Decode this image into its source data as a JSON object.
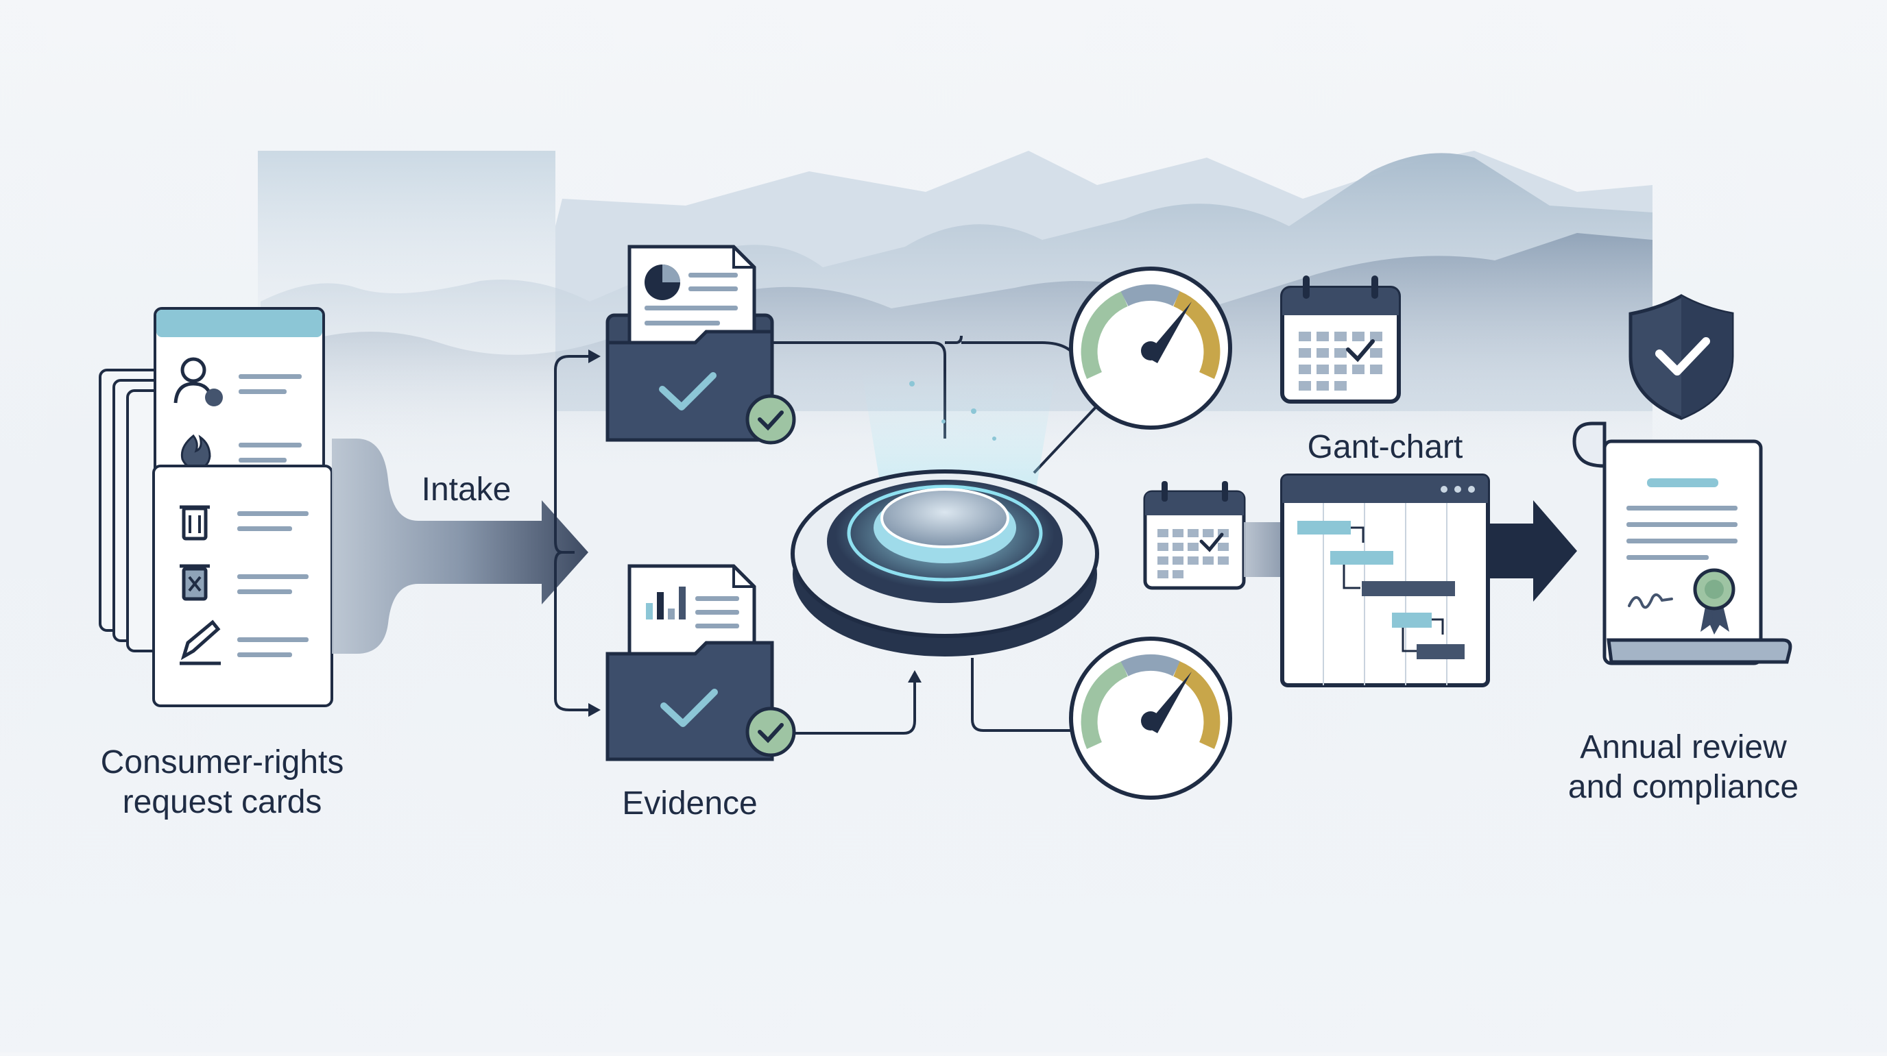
{
  "labels": {
    "cards": {
      "line1": "Consumer-rights",
      "line2": "request cards"
    },
    "intake": "Intake",
    "evidence": "Evidence",
    "gantt": "Gant-chart",
    "annual": {
      "line1": "Annual review",
      "line2": "and compliance"
    }
  },
  "colors": {
    "navy": "#1f2c44",
    "slate": "#44546e",
    "accent_blue": "#8cc6d6",
    "check_green": "#9ec4a3",
    "gauge_gold": "#c8a64a",
    "mountain": "#8fa3b8"
  },
  "icons": [
    "request-card-stack",
    "user-icon",
    "flame-icon",
    "trash-icon",
    "delete-icon",
    "pencil-icon",
    "arrow-right-icon",
    "folder-check-icon",
    "pie-chart-document-icon",
    "bar-chart-document-icon",
    "hub-platform",
    "gauge-icon",
    "calendar-check-icon",
    "gantt-chart-window",
    "shield-check-icon",
    "certificate-scroll-icon",
    "rosette-seal-icon"
  ]
}
